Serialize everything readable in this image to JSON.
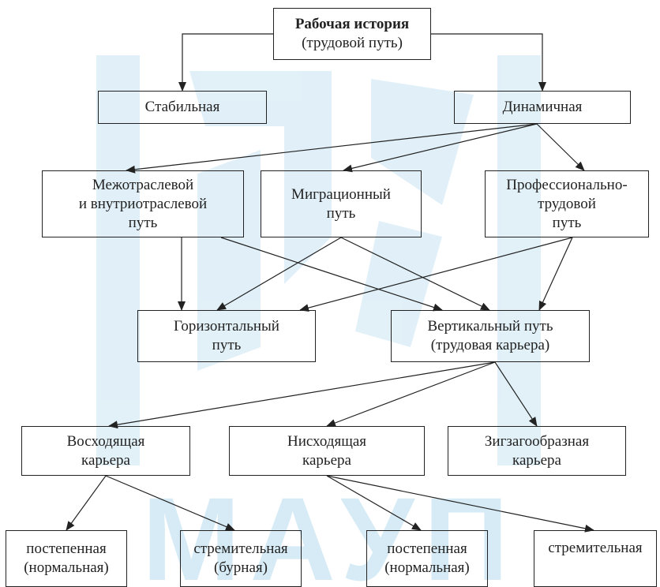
{
  "watermark": {
    "text": "МАУП",
    "color": "#4aa9d6"
  },
  "nodes": {
    "root": {
      "l1": "Рабочая история",
      "l2": "(трудовой путь)"
    },
    "stable": {
      "l1": "Стабильная"
    },
    "dynamic": {
      "l1": "Динамичная"
    },
    "inter": {
      "l1": "Межотраслевой",
      "l2": "и внутриотраслевой",
      "l3": "путь"
    },
    "migr": {
      "l1": "Миграционный",
      "l2": "путь"
    },
    "prof": {
      "l1": "Профессионально-",
      "l2": "трудовой",
      "l3": "путь"
    },
    "horiz": {
      "l1": "Горизонтальный",
      "l2": "путь"
    },
    "vert": {
      "l1": "Вертикальный путь",
      "l2": "(трудовая карьера)"
    },
    "asc": {
      "l1": "Восходящая",
      "l2": "карьера"
    },
    "desc": {
      "l1": "Нисходящая",
      "l2": "карьера"
    },
    "zig": {
      "l1": "Зигзагообразная",
      "l2": "карьера"
    },
    "gradual1": {
      "l1": "постепенная",
      "l2": "(нормальная)"
    },
    "rapid1": {
      "l1": "стремительная",
      "l2": "(бурная)"
    },
    "gradual2": {
      "l1": "постепенная",
      "l2": "(нормальная)"
    },
    "rapid2": {
      "l1": "стремительная"
    }
  },
  "colors": {
    "line": "#222222",
    "watermark": "#4aa9d6"
  }
}
